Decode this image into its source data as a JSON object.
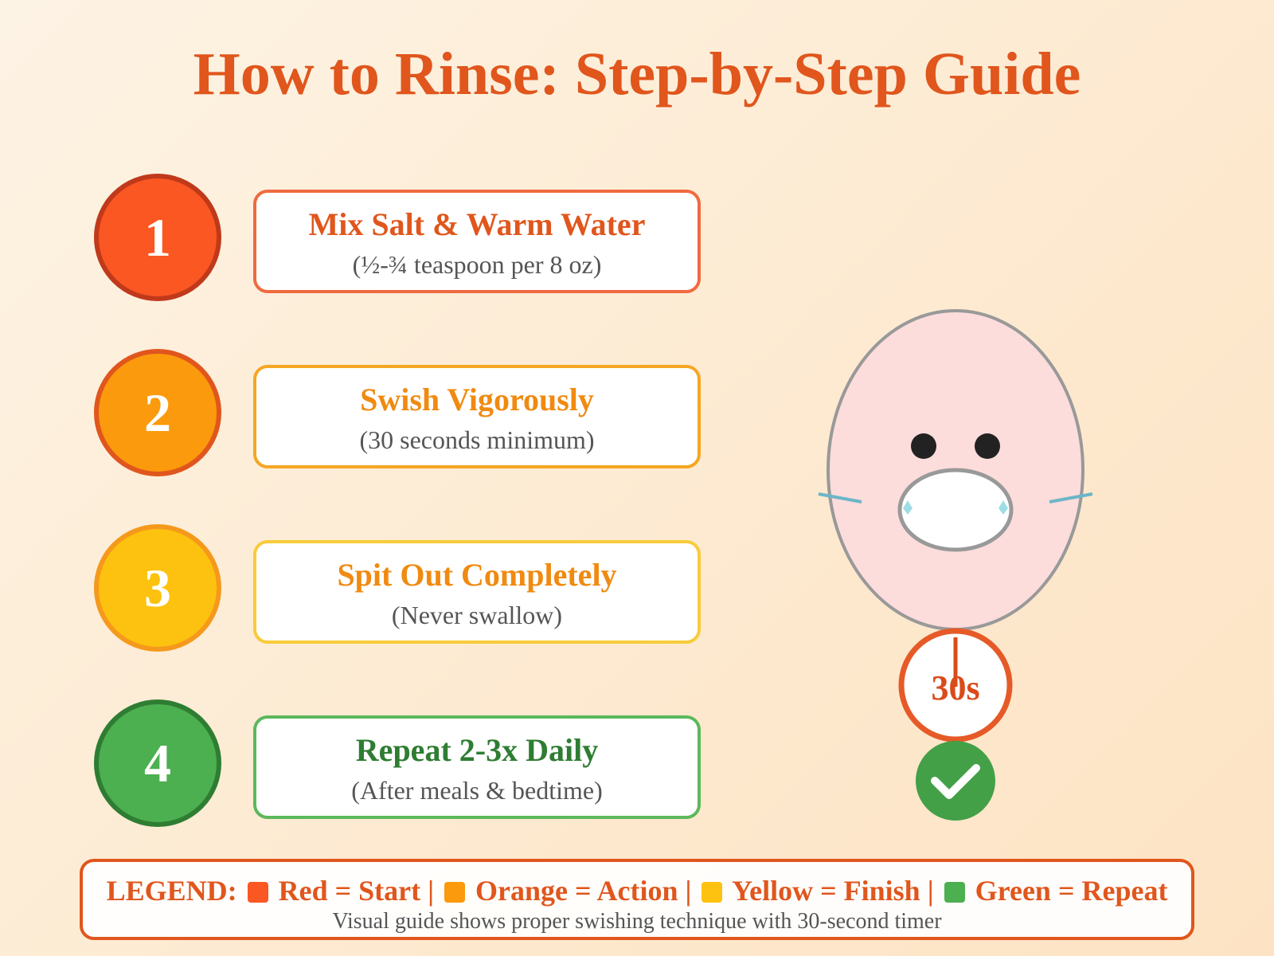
{
  "title": "How to Rinse: Step-by-Step Guide",
  "steps": [
    {
      "number": "1",
      "title": "Mix Salt & Warm Water",
      "subtitle": "(½-¾ teaspoon per 8 oz)",
      "fill": "#fb5722",
      "border": "#c0391b",
      "box_border": "#f06a40",
      "title_color": "#e0561d"
    },
    {
      "number": "2",
      "title": "Swish Vigorously",
      "subtitle": "(30 seconds minimum)",
      "fill": "#fb9a0c",
      "border": "#e0561d",
      "box_border": "#f5a623",
      "title_color": "#f08a10"
    },
    {
      "number": "3",
      "title": "Spit Out Completely",
      "subtitle": "(Never swallow)",
      "fill": "#fdc20f",
      "border": "#f5991c",
      "box_border": "#f8cb3a",
      "title_color": "#f08a10"
    },
    {
      "number": "4",
      "title": "Repeat 2-3x Daily",
      "subtitle": "(After meals & bedtime)",
      "fill": "#4caf50",
      "border": "#2e7d32",
      "box_border": "#5cb85c",
      "title_color": "#2e7d32"
    }
  ],
  "timer": {
    "label": "30s"
  },
  "legend": {
    "prefix": "LEGEND:",
    "items": [
      {
        "label": "Red = Start",
        "color": "#fb5722"
      },
      {
        "label": "Orange = Action",
        "color": "#fb9a0c"
      },
      {
        "label": "Yellow = Finish",
        "color": "#fdc20f"
      },
      {
        "label": "Green = Repeat",
        "color": "#4caf50"
      }
    ],
    "separator": "|",
    "caption": "Visual guide shows proper swishing technique with 30-second timer"
  }
}
